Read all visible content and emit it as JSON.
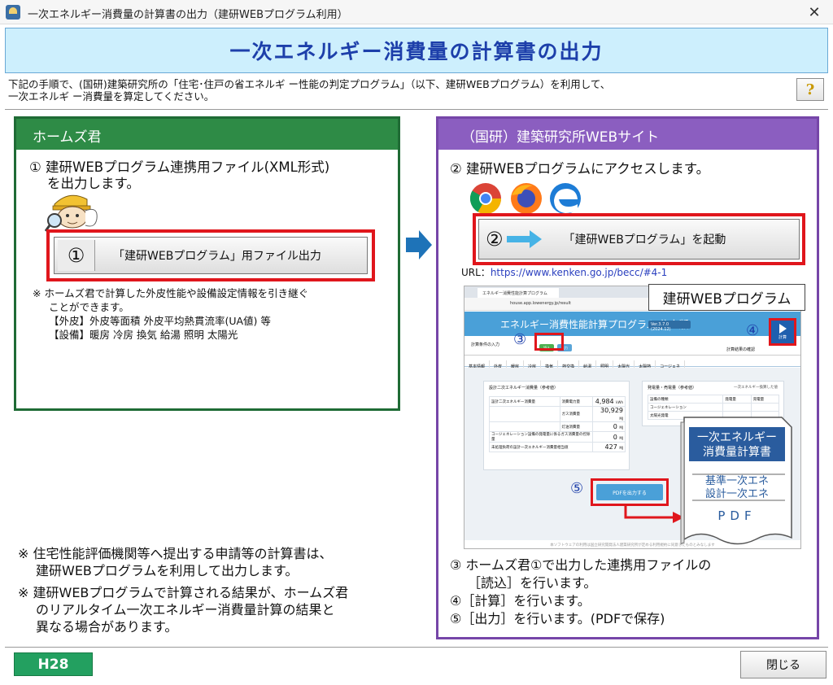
{
  "window": {
    "title": "一次エネルギー消費量の計算書の出力（建研WEBプログラム利用）",
    "close_glyph": "✕"
  },
  "header": {
    "title": "一次エネルギー消費量の計算書の出力"
  },
  "intro": {
    "line1": "下記の手順で、(国研)建築研究所の「住宅･住戸の省エネルギ ー性能の判定プログラム」（以下、建研WEBプログラム）を利用して、",
    "line2": "一次エネルギ ー消費量を算定してください。",
    "help_label": "?"
  },
  "left_panel": {
    "title": "ホームズ君",
    "step1_line1": "① 建研WEBプログラム連携用ファイル(XML形式)",
    "step1_line2": "を出力します。",
    "export_button": {
      "number": "①",
      "label": "「建研WEBプログラム」用ファイル出力"
    },
    "note_line1": "※ ホームズ君で計算した外皮性能や設備設定情報を引き継ぐ",
    "note_line2": "ことができます。",
    "note_line3": "【外皮】外皮等面積 外皮平均熱貫流率(UA値) 等",
    "note_line4": "【設備】暖房 冷房 換気 給湯 照明 太陽光"
  },
  "right_panel": {
    "title": "（国研）建築研究所WEBサイト",
    "step2": "② 建研WEBプログラムにアクセスします。",
    "launch_button": {
      "number": "②",
      "label": "「建研WEBプログラム」を起動"
    },
    "url_prefix": "URL：",
    "url": "https://www.kenken.go.jp/becc/#4-1",
    "web_label": "建研WEBプログラム",
    "screenshot": {
      "tab_text": "エネルギー消費性能計算プログラム",
      "address": "house.app.lowenergy.jp/result",
      "app_name": "エネルギー消費性能計算プログラム 住宅版",
      "version": "Ver.3.7.0 (2024.12)",
      "conditions_caption": "計算条件の入力",
      "load_chip": "読込",
      "output_chip": "出力",
      "confirm_caption": "計算結果の確認",
      "calc_caption": "計算",
      "menu": [
        "基本情報",
        "外皮",
        "暖房",
        "冷房",
        "換気",
        "熱交換",
        "給湯",
        "照明",
        "太陽光",
        "太陽熱",
        "コージェネ"
      ],
      "card_a_title": "設計二次エネルギー消費量（参考値）",
      "card_a_rows": [
        {
          "label": "設計二次エネルギー消費量",
          "sub": "消費電力量",
          "value": "4,984",
          "unit": "kWh"
        },
        {
          "label": "",
          "sub": "ガス消費量",
          "value": "30,929",
          "unit": "MJ"
        },
        {
          "label": "",
          "sub": "灯油消費量",
          "value": "0",
          "unit": "MJ"
        },
        {
          "label": "コージェネレーション設備の発電量に係るガス消費量の控除量",
          "sub": "",
          "value": "0",
          "unit": "MJ"
        },
        {
          "label": "未処理負荷の設計一次エネルギー消費量相当値",
          "sub": "",
          "value": "427",
          "unit": "MJ"
        }
      ],
      "card_b_title": "発電量・売電量（参考値）",
      "card_b_note": "一次エネルギー換算した値",
      "card_b_head": [
        "設備の種類",
        "発電量",
        "売電量"
      ],
      "card_b_rows": [
        "コージェネレーション",
        "太陽光発電"
      ],
      "pdf_button": "PDFを出力する",
      "footer_note": "本ソフトウェアの利用は国立研究開発法人建築研究所が定める利用規約に同意したものとみなします",
      "c3": "③",
      "c4": "④",
      "c5": "⑤"
    },
    "pdf_doc": {
      "title_line1": "一次エネルギー",
      "title_line2": "消費量計算書",
      "body_line1": "基準一次エネ",
      "body_line2": "設計一次エネ",
      "footer": "PDF"
    },
    "steps": {
      "line1": "③ ホームズ君①で出力した連携用ファイルの",
      "line2": "［読込］を行います。",
      "line3": "④［計算］を行います。",
      "line4": "⑤［出力］を行います。(PDFで保存)"
    }
  },
  "bottom_notes": {
    "note1_line1": "※ 住宅性能評価機関等へ提出する申請等の計算書は、",
    "note1_line2": "建研WEBプログラムを利用して出力します。",
    "note2_line1": "※ 建研WEBプログラムで計算される結果が、ホームズ君",
    "note2_line2": "のリアルタイム一次エネルギー消費量計算の結果と",
    "note2_line3": "異なる場合があります。"
  },
  "footer": {
    "badge": "H28",
    "close_button": "閉じる"
  },
  "colors": {
    "banner_bg": "#cdeffd",
    "banner_text": "#1d3faa",
    "left_panel": "#2e8b46",
    "right_panel": "#8b5ec0",
    "highlight_red": "#e0161c",
    "badge_green": "#23a060"
  }
}
